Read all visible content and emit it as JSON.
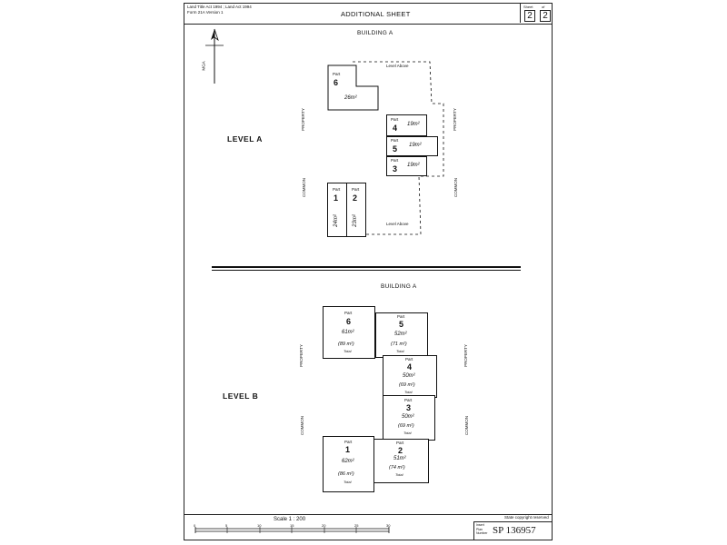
{
  "header": {
    "legal_lines": [
      "Land Title Act 1994 ; Land Act 1994",
      "Form 21A Version 1"
    ],
    "title": "ADDITIONAL SHEET",
    "sheet_label": "Sheet",
    "of_label": "of",
    "sheet_number": "2",
    "sheet_total": "2"
  },
  "compass": {
    "label": "MGA",
    "north_label": "N"
  },
  "level_a": {
    "building_label": "BUILDING A",
    "level_label": "LEVEL   A",
    "property_label": "PROPERTY",
    "common_label": "COMMON",
    "level_above_label": "Level   Above",
    "lots": [
      {
        "lot_label": "Part",
        "number": "6",
        "area": "26m²"
      },
      {
        "lot_label": "Part",
        "number": "4",
        "area": "19m²"
      },
      {
        "lot_label": "Part",
        "number": "5",
        "area": "19m²"
      },
      {
        "lot_label": "Part",
        "number": "3",
        "area": "19m²"
      },
      {
        "lot_label": "Part",
        "number": "1",
        "area": "24m²"
      },
      {
        "lot_label": "Part",
        "number": "2",
        "area": "23m²"
      }
    ]
  },
  "level_b": {
    "building_label": "BUILDING A",
    "level_label": "LEVEL   B",
    "property_label": "PROPERTY",
    "common_label": "COMMON",
    "total_label": "Total",
    "lots": [
      {
        "lot_label": "Part",
        "number": "6",
        "area": "61m²",
        "total": "(89 m²)"
      },
      {
        "lot_label": "Part",
        "number": "5",
        "area": "52m²",
        "total": "(71 m²)"
      },
      {
        "lot_label": "Part",
        "number": "4",
        "area": "50m²",
        "total": "(69 m²)"
      },
      {
        "lot_label": "Part",
        "number": "3",
        "area": "50m²",
        "total": "(69 m²)"
      },
      {
        "lot_label": "Part",
        "number": "1",
        "area": "62m²",
        "total": "(86 m²)"
      },
      {
        "lot_label": "Part",
        "number": "2",
        "area": "51m²",
        "total": "(74 m²)"
      }
    ]
  },
  "footer": {
    "scale_label": "Scale 1 : 200",
    "scale_ticks": [
      "0",
      "5",
      "10",
      "15",
      "20",
      "25",
      "30"
    ],
    "copyright": "State copyright reserved",
    "plan_number": "SP 136957",
    "plan_labels": [
      "Insert",
      "Plan",
      "Number"
    ]
  }
}
